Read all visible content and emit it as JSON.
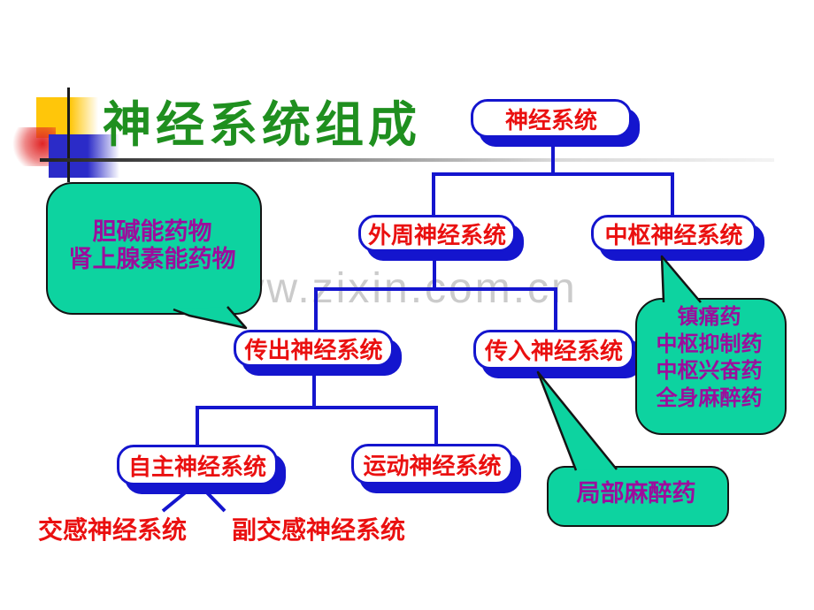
{
  "slide": {
    "title": "神经系统组成",
    "watermark": "www.zixin.com.cn"
  },
  "colors": {
    "title_green": "#1f8f1f",
    "node_border_blue": "#1415ce",
    "node_text_red": "#ea1010",
    "callout_green": "#0dd3a0",
    "callout_text_purple": "#9c0d9c",
    "decor_yellow": "#ffc60a",
    "decor_red": "#e02424",
    "decor_blue": "#2b2bc8",
    "watermark_gray": "#cbcbcb"
  },
  "diagram": {
    "nodes": [
      {
        "label": "神经系统"
      },
      {
        "label": "外周神经系统"
      },
      {
        "label": "中枢神经系统"
      },
      {
        "label": "传出神经系统"
      },
      {
        "label": "传入神经系统"
      },
      {
        "label": "自主神经系统"
      },
      {
        "label": "运动神经系统"
      }
    ],
    "leaf_labels": [
      {
        "label": "交感神经系统"
      },
      {
        "label": "副交感神经系统"
      }
    ],
    "callouts": [
      {
        "lines": [
          "胆碱能药物",
          "肾上腺素能药物"
        ],
        "points_to": "传出神经系统"
      },
      {
        "lines": [
          "镇痛药",
          "中枢抑制药",
          "中枢兴奋药",
          "全身麻醉药"
        ],
        "points_to": "中枢神经系统"
      },
      {
        "lines": [
          "局部麻醉药"
        ],
        "points_to": "传入神经系统"
      }
    ]
  }
}
